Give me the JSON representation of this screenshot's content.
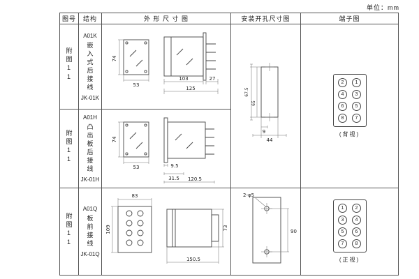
{
  "page": {
    "unit": "单位：mm"
  },
  "headers": {
    "fig": "图号",
    "structure": "结构",
    "outline": "外 形 尺 寸 图",
    "mounting": "安装开孔尺寸图",
    "terminal": "端子图"
  },
  "rows": [
    {
      "fig": "附图11",
      "model": "A01K",
      "desc": "嵌入式后接线",
      "code": "JK-01K",
      "dims": {
        "h": "74",
        "w": "53",
        "body": "103",
        "total": "125",
        "pin": "27"
      }
    },
    {
      "fig": "附图11",
      "model": "A01H",
      "desc": "凸出板后接线",
      "code": "JK-01H",
      "dims": {
        "h": "74",
        "w": "53",
        "flange": "9.5",
        "front": "31.5",
        "total": "120.5"
      }
    },
    {
      "fig": "附图11",
      "model": "A01Q",
      "desc": "板前接线",
      "code": "JK-01Q",
      "dims": {
        "w": "83",
        "h": "109",
        "total": "150.5",
        "depth": "73"
      }
    }
  ],
  "mounting12": {
    "d1": "67.5",
    "d2": "65",
    "d3": "9",
    "d4": "44"
  },
  "mounting3": {
    "holes": "2-φ5",
    "pitch": "90"
  },
  "terminals": {
    "rear": {
      "grid": [
        [
          "2",
          "1"
        ],
        [
          "4",
          "3"
        ],
        [
          "6",
          "5"
        ],
        [
          "8",
          "7"
        ]
      ],
      "label": "(背视)"
    },
    "front": {
      "grid": [
        [
          "1",
          "2"
        ],
        [
          "3",
          "4"
        ],
        [
          "5",
          "6"
        ],
        [
          "7",
          "8"
        ]
      ],
      "label": "(正视)"
    }
  }
}
